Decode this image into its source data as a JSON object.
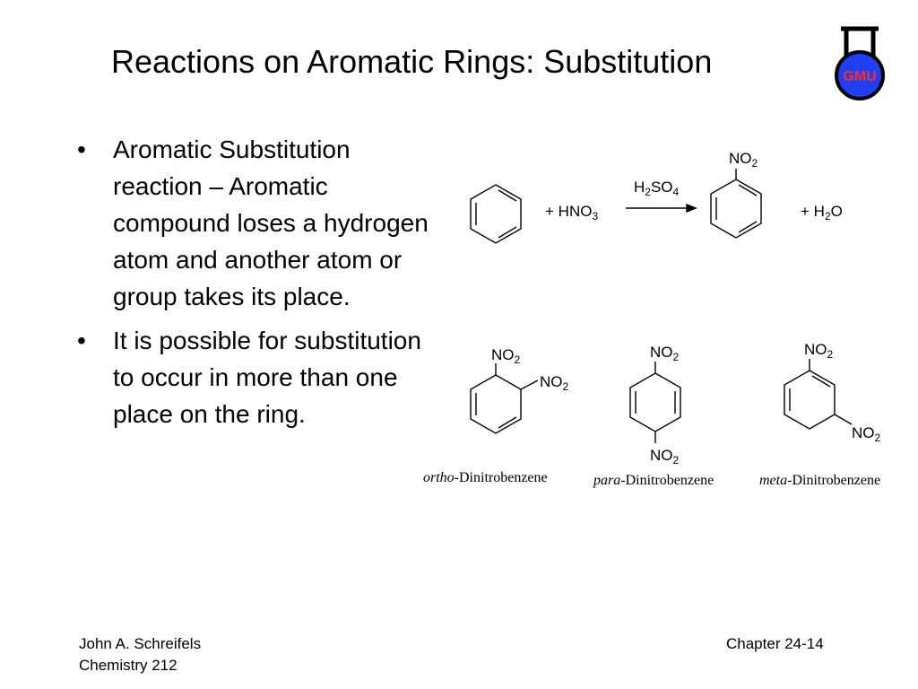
{
  "slide": {
    "title": "Reactions on Aromatic Rings: Substitution",
    "logo_text": "GMU",
    "bullets": [
      "Aromatic Substitution reaction – Aromatic compound loses a hydrogen atom and another atom or group takes its place.",
      "It is possible for substitution to occur in more than one place on the ring."
    ],
    "bullet_symbol": "•"
  },
  "reaction": {
    "reagent_main": "HNO",
    "reagent_sub": "3",
    "catalyst_h": "H",
    "catalyst_h_sub": "2",
    "catalyst_so": "SO",
    "catalyst_so_sub": "4",
    "plus": "+",
    "product_group": "NO",
    "product_group_sub": "2",
    "byproduct_h": "H",
    "byproduct_h_sub": "2",
    "byproduct_o": "O"
  },
  "isomers": [
    {
      "prefix": "ortho",
      "name": "-Dinitrobenzene"
    },
    {
      "prefix": "para",
      "name": "-Dinitrobenzene"
    },
    {
      "prefix": "meta",
      "name": "-Dinitrobenzene"
    }
  ],
  "footer": {
    "author": "John A. Schreifels",
    "course": "Chemistry 212",
    "chapter": "Chapter 24-14"
  },
  "colors": {
    "logo_blue": "#1f3ff0",
    "logo_text": "#ff2a2a"
  }
}
